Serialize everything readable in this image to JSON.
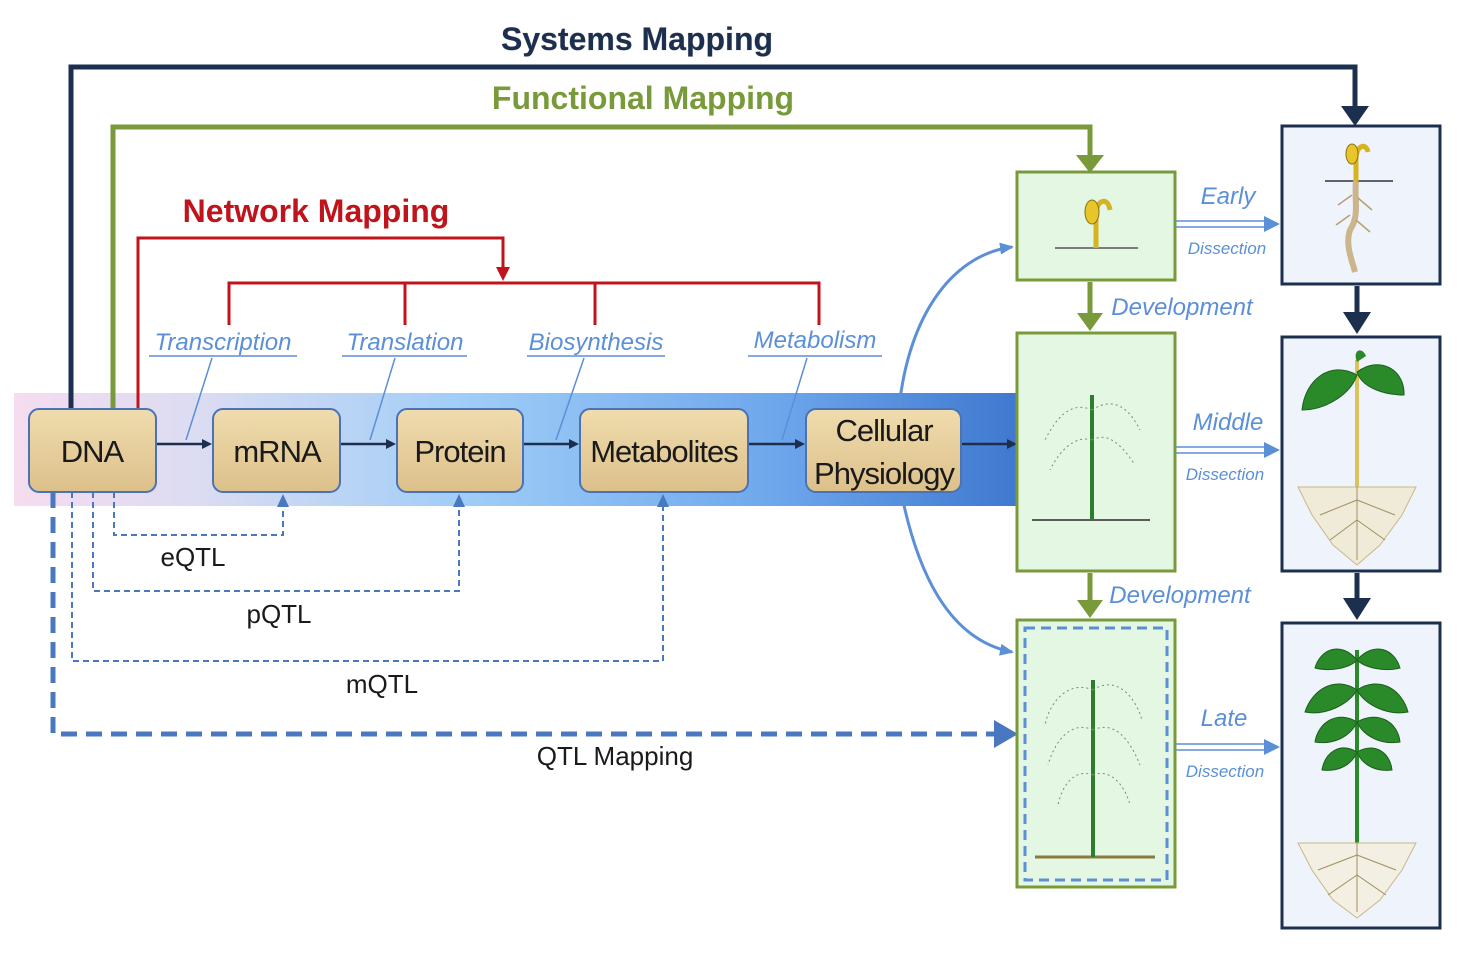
{
  "titles": {
    "systems": "Systems Mapping",
    "functional": "Functional Mapping",
    "network": "Network Mapping"
  },
  "boxes": {
    "dna": "DNA",
    "mrna": "mRNA",
    "protein": "Protein",
    "metabolites": "Metabolites",
    "cellular_line1": "Cellular",
    "cellular_line2": "Physiology"
  },
  "processes": {
    "transcription": "Transcription",
    "translation": "Translation",
    "biosynthesis": "Biosynthesis",
    "metabolism": "Metabolism"
  },
  "qtl": {
    "eqtl": "eQTL",
    "pqtl": "pQTL",
    "mqtl": "mQTL",
    "qtl_mapping": "QTL Mapping"
  },
  "stages": {
    "early": "Early",
    "middle": "Middle",
    "late": "Late",
    "dissection": "Dissection",
    "development": "Development"
  },
  "colors": {
    "systems": "#1c2f4f",
    "functional": "#789a3a",
    "network": "#c0141c",
    "process_blue": "#5b8fd6",
    "qtl_blue": "#4a78c0",
    "box_fill": "#e6cf9a",
    "panel_green_fill": "#e4f7e2",
    "panel_blue_fill": "#eef3fc"
  }
}
